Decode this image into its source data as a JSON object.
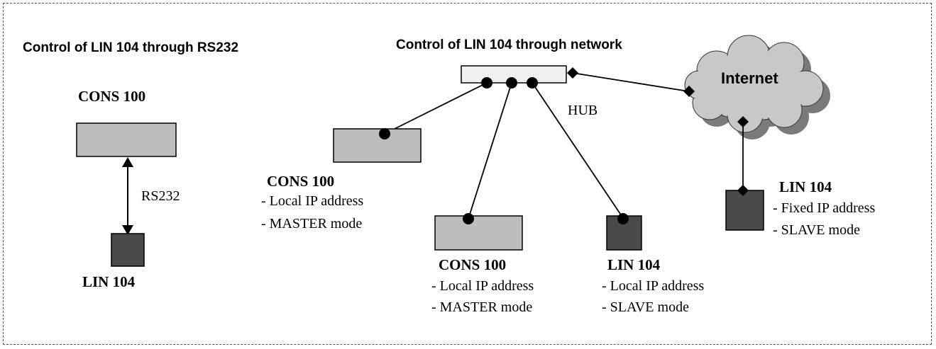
{
  "left_panel": {
    "heading": "Control of LIN 104 through RS232",
    "console": {
      "title": "CONS 100"
    },
    "link_label": "RS232",
    "unit": {
      "title": "LIN 104"
    }
  },
  "right_panel": {
    "heading": "Control of LIN 104 through network",
    "hub_label": "HUB",
    "internet_label": "Internet",
    "console_a": {
      "title": "CONS 100",
      "line1": "- Local IP address",
      "line2": "- MASTER mode"
    },
    "console_b": {
      "title": "CONS 100",
      "line1": "- Local IP address",
      "line2": "- MASTER mode"
    },
    "unit_local": {
      "title": "LIN 104",
      "line1": "- Local IP address",
      "line2": "- SLAVE mode"
    },
    "unit_remote": {
      "title": "LIN 104",
      "line1": "- Fixed IP address",
      "line2": "- SLAVE mode"
    }
  },
  "colors": {
    "console_fill": "#bdbdbd",
    "unit_fill": "#4a4a4a",
    "cloud_fill": "#c8c8c8",
    "cloud_shadow": "#7a7a7a"
  }
}
